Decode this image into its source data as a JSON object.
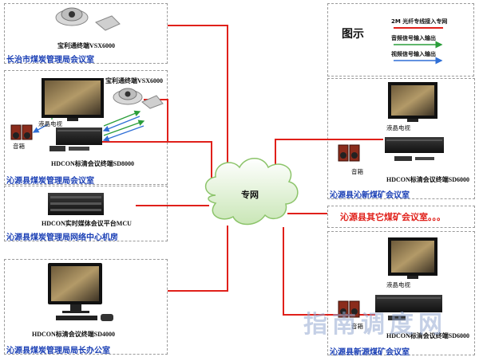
{
  "legend": {
    "title": "图示",
    "items": [
      "2M 光纤专线接入专网",
      "音频信号输入输出",
      "视频信号输入输出"
    ]
  },
  "network": {
    "label": "专网"
  },
  "sites": {
    "changzhi": {
      "caption": "长治市煤炭管理局会议室",
      "devices": [
        "宝利通终端VSX6000"
      ]
    },
    "qinyuan_bureau": {
      "caption": "沁源县煤炭管理局会议室",
      "devices": [
        "宝利通终端VSX6000",
        "液晶电视",
        "音箱",
        "HDCON标清会议终端SD8000"
      ]
    },
    "network_center": {
      "caption": "沁源县煤炭管理局网络中心机房",
      "devices": [
        "HDCON实时媒体会议平台MCU"
      ]
    },
    "director_office": {
      "caption": "沁源县煤炭管理局局长办公室",
      "devices": [
        "HDCON标清会议终端SD4000"
      ]
    },
    "qinxin_mine": {
      "caption": "沁源县沁新煤矿会议室",
      "devices": [
        "液晶电视",
        "音箱",
        "HDCON标清会议终端SD6000"
      ]
    },
    "other_mines": {
      "caption": "沁源县其它煤矿会议室。。。"
    },
    "xinyuan_mine": {
      "caption": "沁源县新源煤矿会议室",
      "devices": [
        "液晶电视",
        "音箱",
        "HDCON标清会议终端SD6000"
      ]
    }
  },
  "watermark": "指南调度网",
  "colors": {
    "fiber": "#e0201a",
    "audio": "#2a9d3a",
    "video": "#2f6fd6",
    "caption": "#1a3fb5"
  }
}
